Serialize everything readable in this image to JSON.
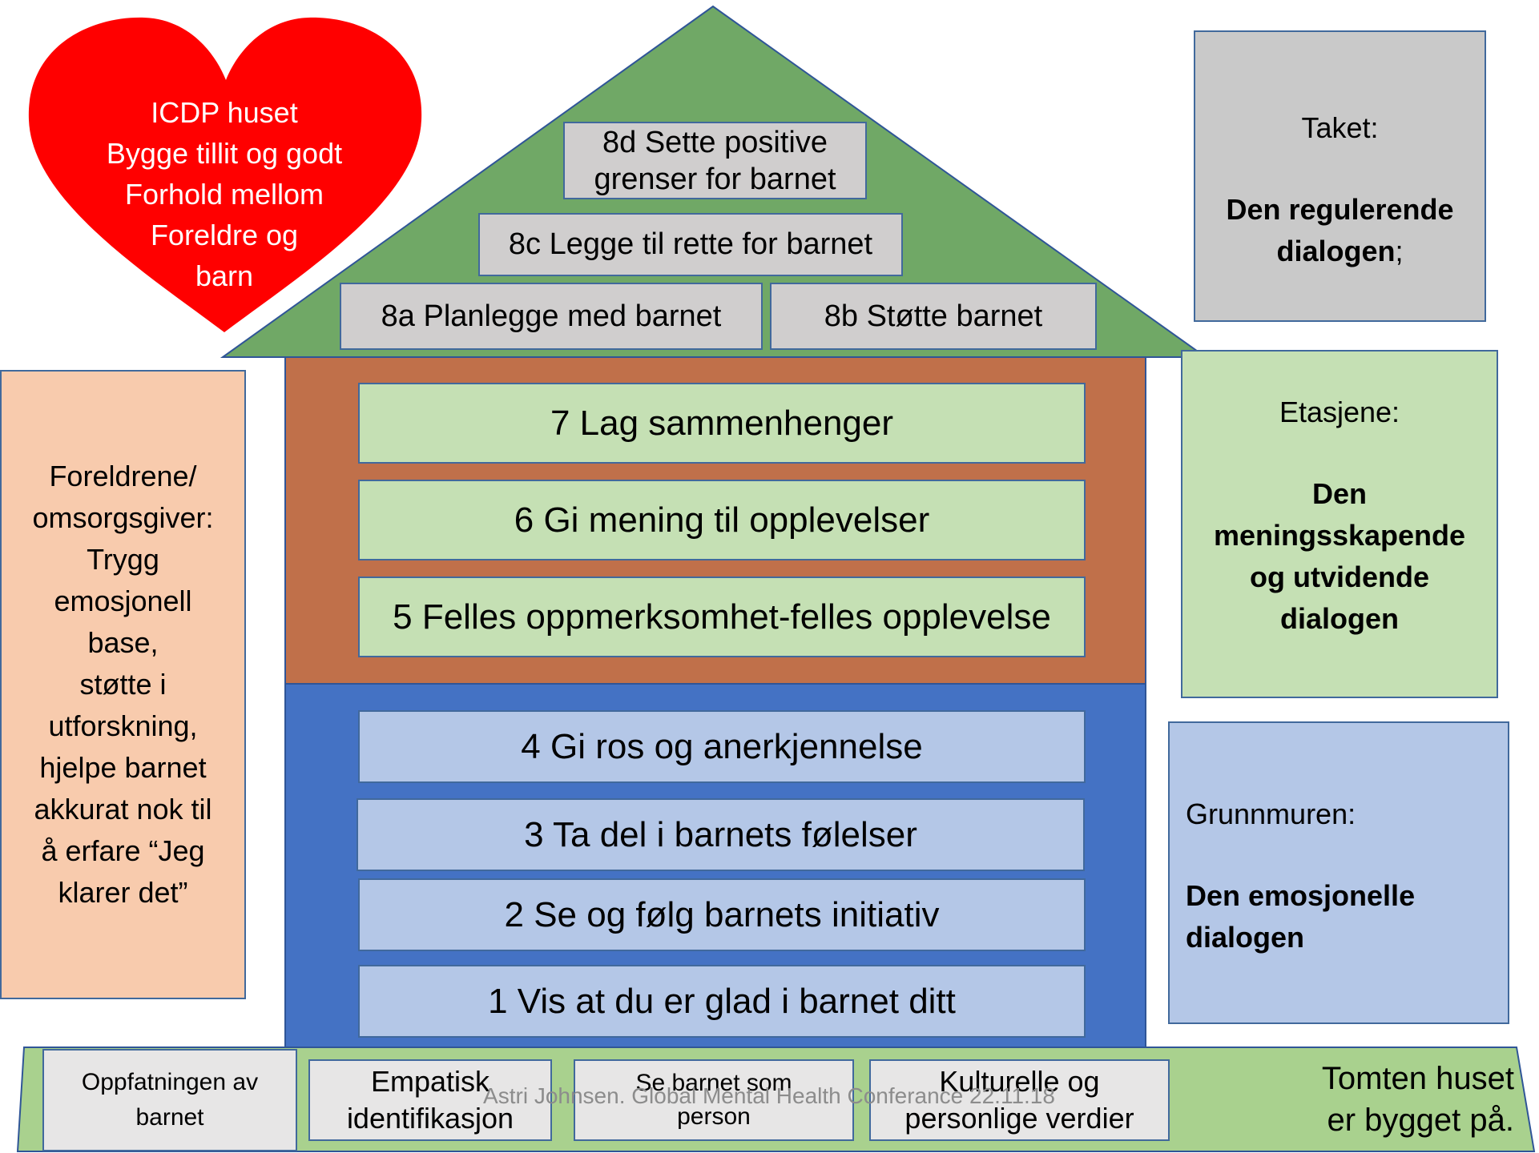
{
  "colors": {
    "roof": "#70a866",
    "upper_floor": "#c0704a",
    "lower_floor": "#4472c4",
    "heart": "#ff0000",
    "ground": "#a9d18e"
  },
  "heart": {
    "lines": [
      "ICDP huset",
      "Bygge tillit og godt",
      "Forhold mellom",
      "Foreldre og",
      "barn"
    ]
  },
  "roof": {
    "tiles": {
      "t8d_l1": "8d Sette positive",
      "t8d_l2": "grenser for barnet",
      "t8c": "8c Legge til rette for barnet",
      "t8a": "8a Planlegge med barnet",
      "t8b": "8b Støtte barnet"
    }
  },
  "floors": {
    "r7": "7 Lag sammenhenger",
    "r6": "6 Gi mening til opplevelser",
    "r5": "5 Felles oppmerksomhet-felles opplevelse",
    "r4": "4 Gi ros og anerkjennelse",
    "r3": "3 Ta del i barnets følelser",
    "r2": "2 Se og følg barnets initiativ",
    "r1": "1 Vis at du er glad i barnet ditt"
  },
  "left_panel": {
    "lines": [
      "Foreldrene/",
      "omsorgsgiver:",
      "Trygg",
      "emosjonell",
      "base,",
      "støtte i",
      "utforskning,",
      "hjelpe barnet",
      "akkurat nok til",
      "å erfare “Jeg",
      "klarer det”"
    ]
  },
  "right_panels": {
    "taket": {
      "label": "Taket:",
      "bold1": "Den regulerende",
      "bold2": "dialogen",
      "suffix": ";"
    },
    "etasjene": {
      "label": "Etasjene:",
      "bold_lines": [
        "Den",
        "meningsskapende",
        "og utvidende",
        "dialogen"
      ]
    },
    "grunnmuren": {
      "label": "Grunnmuren:",
      "bold_lines": [
        "Den emosjonelle",
        "dialogen"
      ]
    }
  },
  "ground": {
    "t1_l1": "Oppfatningen av",
    "t1_l2": "barnet",
    "t2_l1": "Empatisk",
    "t2_l2": "identifikasjon",
    "t3_l1": "Se barnet som",
    "t3_l2": "person",
    "t4_l1": "Kulturelle og",
    "t4_l2": "personlige verdier",
    "right_l1": "Tomten huset",
    "right_l2": "er bygget på.",
    "footer": "Astri Johnsen. Global Mental Health Conferance 22.11.18"
  }
}
